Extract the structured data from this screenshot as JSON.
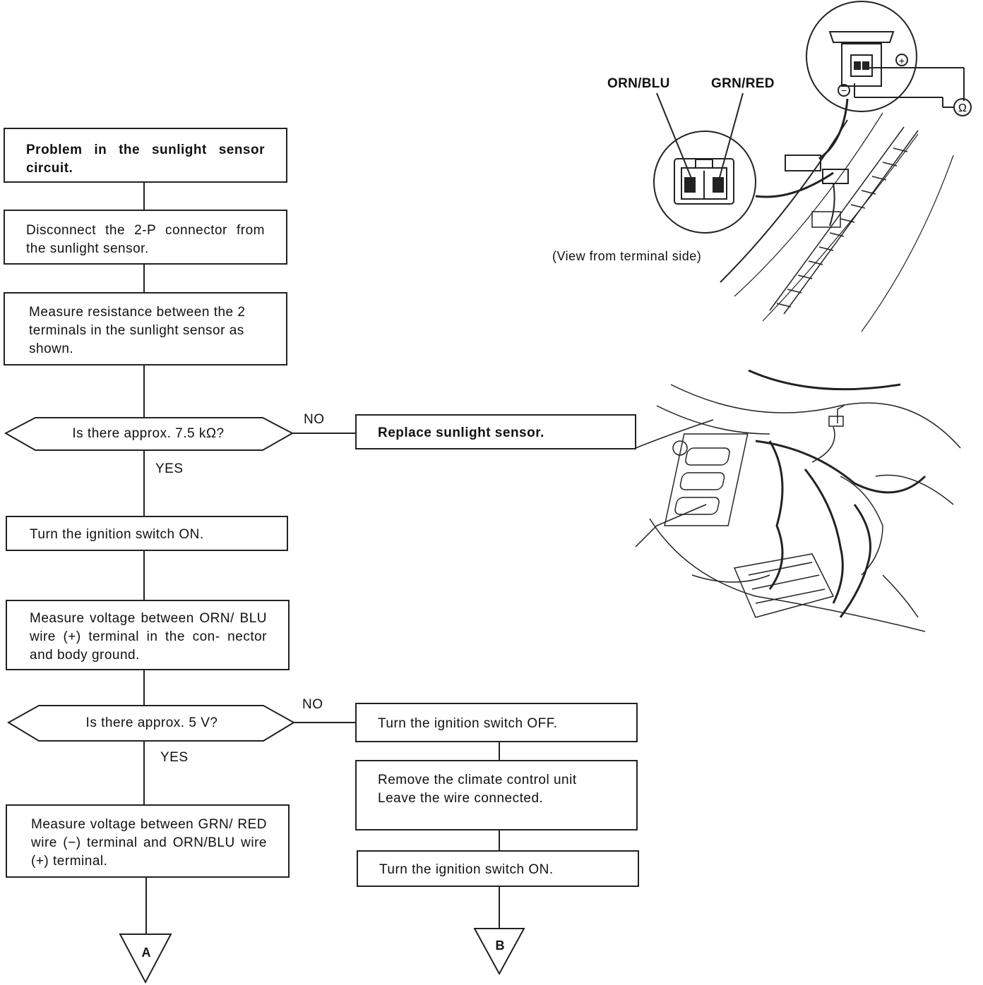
{
  "flowchart": {
    "step1": "Problem in the sunlight sensor circuit.",
    "step2": "Disconnect the 2-P connector from the sunlight sensor.",
    "step3": "Measure resistance between the 2 terminals in the sunlight sensor as shown.",
    "decision1": "Is there approx. 7.5 kΩ?",
    "decision1_no": "NO",
    "decision1_yes": "YES",
    "replace": "Replace sunlight sensor.",
    "step4": "Turn the ignition switch ON.",
    "step5": "Measure voltage between ORN/ BLU wire (+) terminal in the con- nector and body ground.",
    "decision2": "Is there approx. 5 V?",
    "decision2_no": "NO",
    "decision2_yes": "YES",
    "step6": "Measure voltage between GRN/ RED wire (−) terminal and ORN/BLU wire (+) terminal.",
    "off": "Turn the ignition switch OFF.",
    "remove": "Remove the climate control unit Leave the wire connected.",
    "on2": "Turn the ignition switch ON.",
    "connector_a": "A",
    "connector_b": "B"
  },
  "illustration": {
    "wire1": "ORN/BLU",
    "wire2": "GRN/RED",
    "caption": "(View from terminal side)",
    "ohm_symbol": "Ω",
    "plus_symbol": "+",
    "minus_symbol": "−"
  }
}
